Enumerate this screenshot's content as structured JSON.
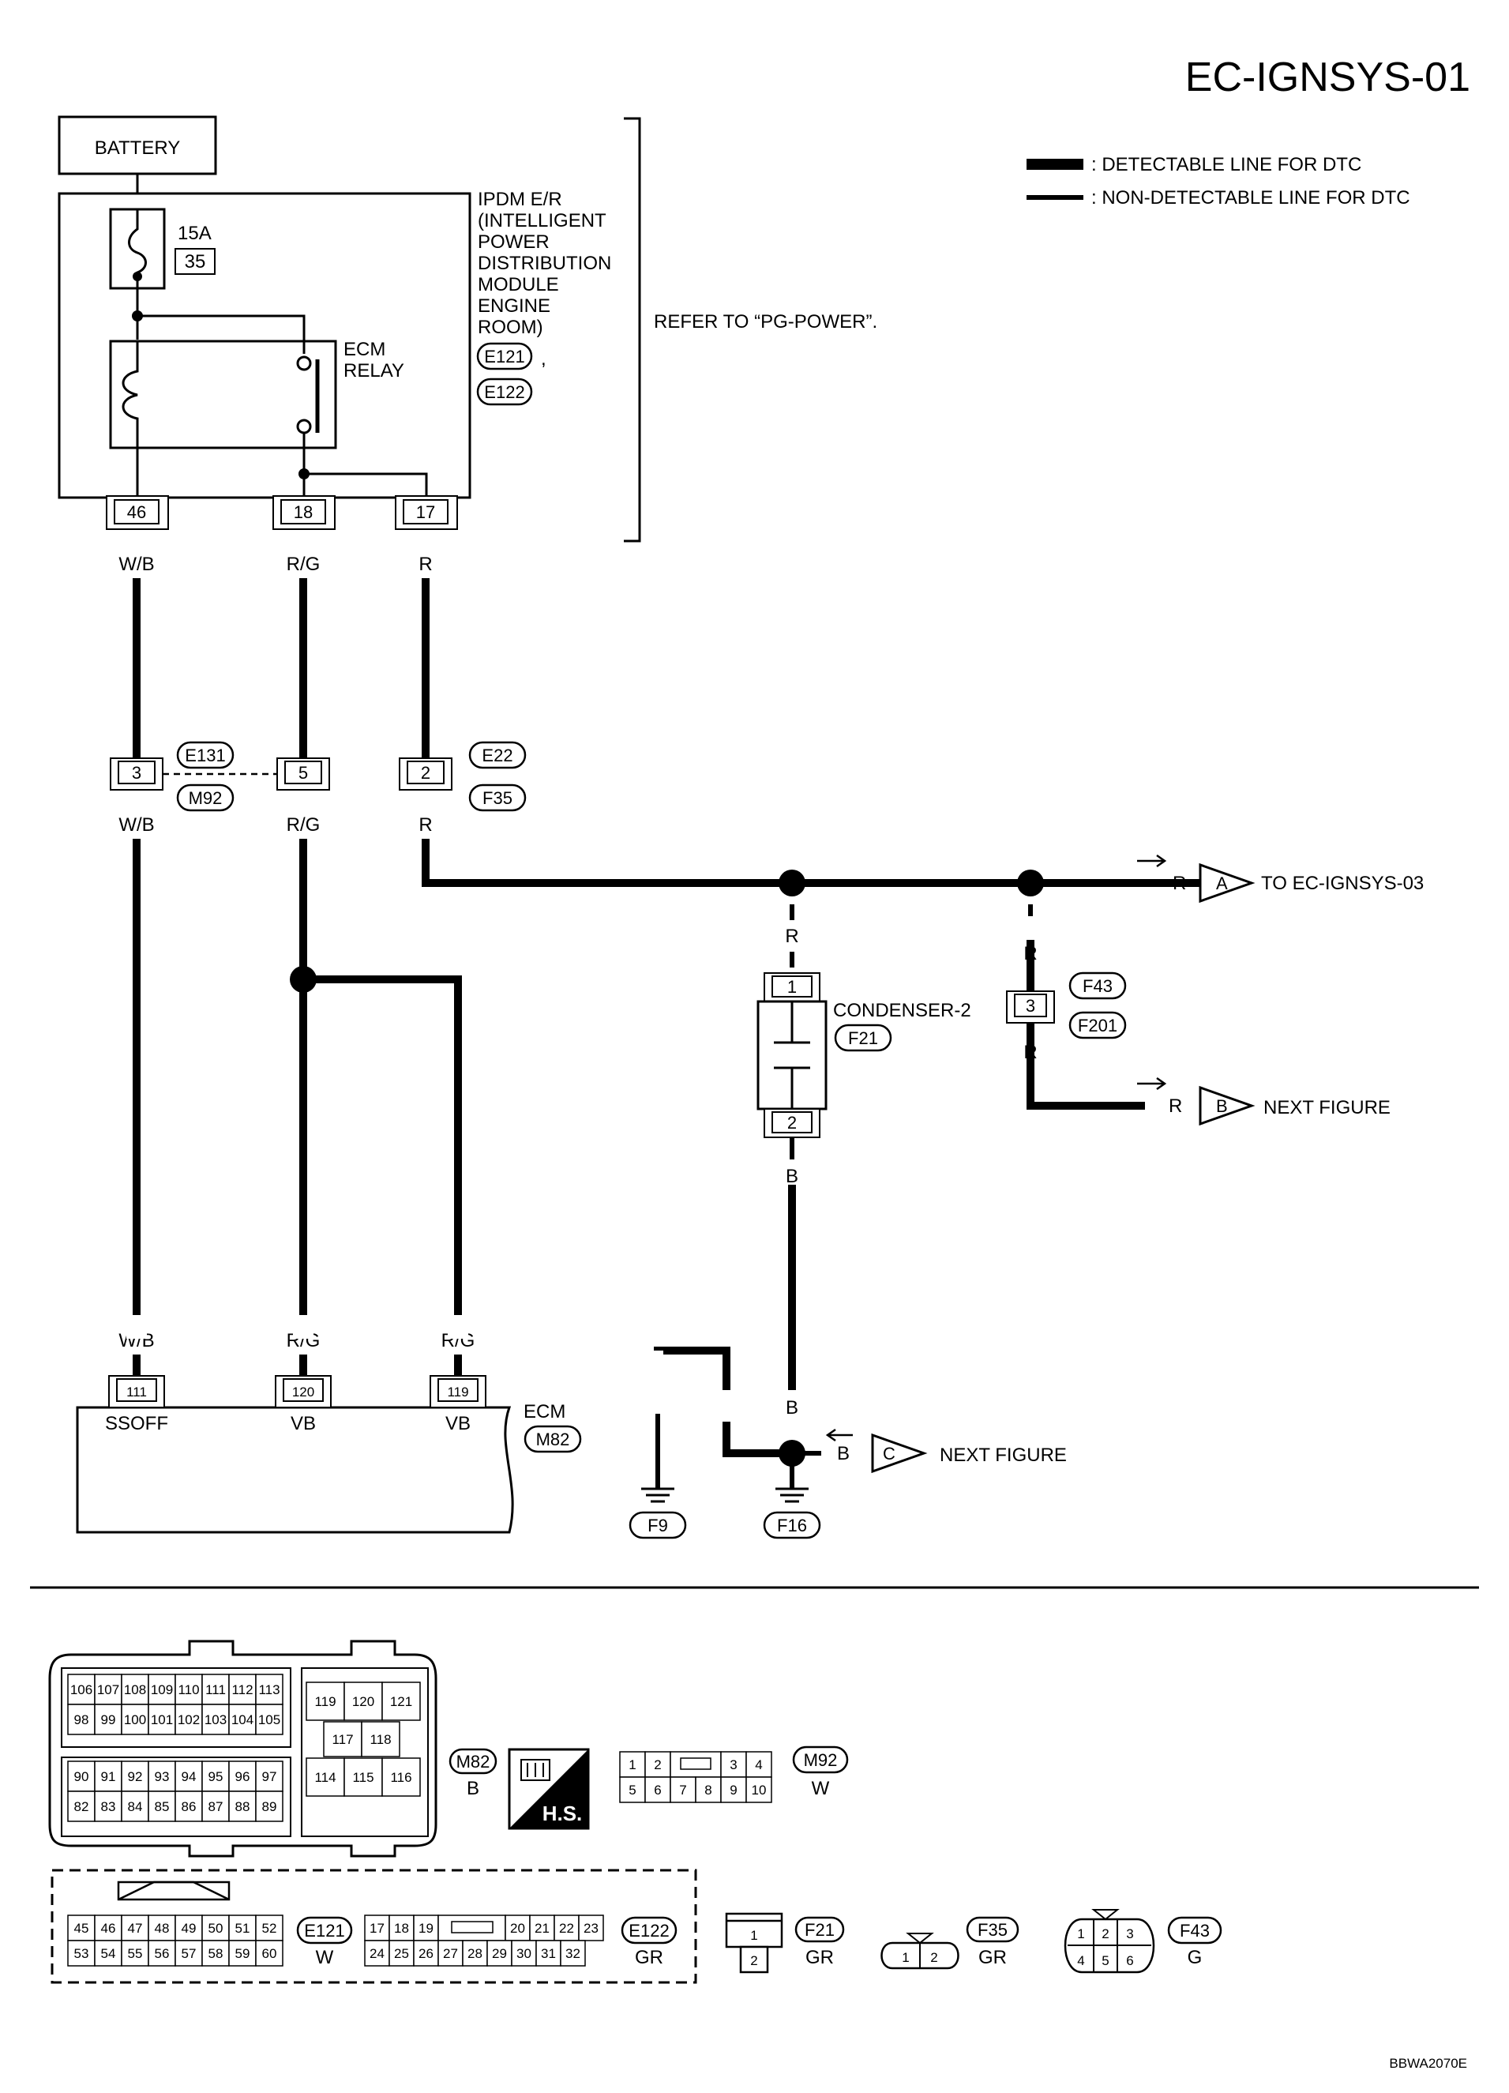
{
  "title": "EC-IGNSYS-01",
  "figure_code": "BBWA2070E",
  "legend": {
    "detectable": ": DETECTABLE LINE FOR DTC",
    "non_detectable": ": NON-DETECTABLE LINE FOR DTC"
  },
  "battery": "BATTERY",
  "ipdm": {
    "label_lines": [
      "IPDM E/R",
      "(INTELLIGENT",
      "POWER",
      "DISTRIBUTION",
      "MODULE",
      "ENGINE",
      "ROOM)"
    ],
    "connectors": [
      "E121",
      "E122"
    ],
    "separator": ",",
    "fuse_rating": "15A",
    "fuse_number": "35",
    "relay_label": [
      "ECM",
      "RELAY"
    ],
    "pins": [
      "46",
      "18",
      "17"
    ],
    "refer": "REFER TO “PG-POWER”."
  },
  "wires": {
    "wb": "W/B",
    "rg": "R/G",
    "r": "R",
    "b": "B"
  },
  "joint_connector": {
    "pins": [
      "3",
      "5",
      "2"
    ],
    "tags_left": [
      "E131",
      "M92"
    ],
    "tags_right": [
      "E22",
      "F35"
    ]
  },
  "condenser": {
    "label": "CONDENSER-2",
    "connector": "F21",
    "pins": [
      "1",
      "2"
    ]
  },
  "f43_connector": {
    "pin": "3",
    "tags": [
      "F43",
      "F201"
    ]
  },
  "offpage": {
    "a_letter": "A",
    "a_text": "TO EC-IGNSYS-03",
    "b_letter": "B",
    "b_text": "NEXT FIGURE",
    "c_letter": "C",
    "c_text": "NEXT FIGURE"
  },
  "ecm": {
    "label": "ECM",
    "connector": "M82",
    "pins": [
      "111",
      "120",
      "119"
    ],
    "pin_names": [
      "SSOFF",
      "VB",
      "VB"
    ]
  },
  "grounds": [
    "F9",
    "F16"
  ],
  "connector_views": {
    "m82": {
      "tag": "M82",
      "color": "B",
      "top_row": [
        "106",
        "107",
        "108",
        "109",
        "110",
        "111",
        "112",
        "113"
      ],
      "row2": [
        "98",
        "99",
        "100",
        "101",
        "102",
        "103",
        "104",
        "105"
      ],
      "row3": [
        "90",
        "91",
        "92",
        "93",
        "94",
        "95",
        "96",
        "97"
      ],
      "row4": [
        "82",
        "83",
        "84",
        "85",
        "86",
        "87",
        "88",
        "89"
      ],
      "right_top": [
        "119",
        "120",
        "121"
      ],
      "right_mid": [
        "117",
        "118"
      ],
      "right_bot": [
        "114",
        "115",
        "116"
      ]
    },
    "hs_label": "H.S.",
    "m92": {
      "tag": "M92",
      "color": "W",
      "top": [
        "1",
        "2",
        "3",
        "4"
      ],
      "bottom": [
        "5",
        "6",
        "7",
        "8",
        "9",
        "10"
      ]
    },
    "e121": {
      "tag": "E121",
      "color": "W",
      "top": [
        "45",
        "46",
        "47",
        "48",
        "49",
        "50",
        "51",
        "52"
      ],
      "bottom": [
        "53",
        "54",
        "55",
        "56",
        "57",
        "58",
        "59",
        "60"
      ]
    },
    "e122": {
      "tag": "E122",
      "color": "GR",
      "top": [
        "17",
        "18",
        "19",
        "20",
        "21",
        "22",
        "23"
      ],
      "bottom": [
        "24",
        "25",
        "26",
        "27",
        "28",
        "29",
        "30",
        "31",
        "32"
      ]
    },
    "f21": {
      "tag": "F21",
      "color": "GR",
      "pins": [
        "1",
        "2"
      ]
    },
    "f35": {
      "tag": "F35",
      "color": "GR",
      "pins": [
        "1",
        "2"
      ]
    },
    "f43": {
      "tag": "F43",
      "color": "G",
      "top": [
        "1",
        "2",
        "3"
      ],
      "bottom": [
        "4",
        "5",
        "6"
      ]
    }
  }
}
